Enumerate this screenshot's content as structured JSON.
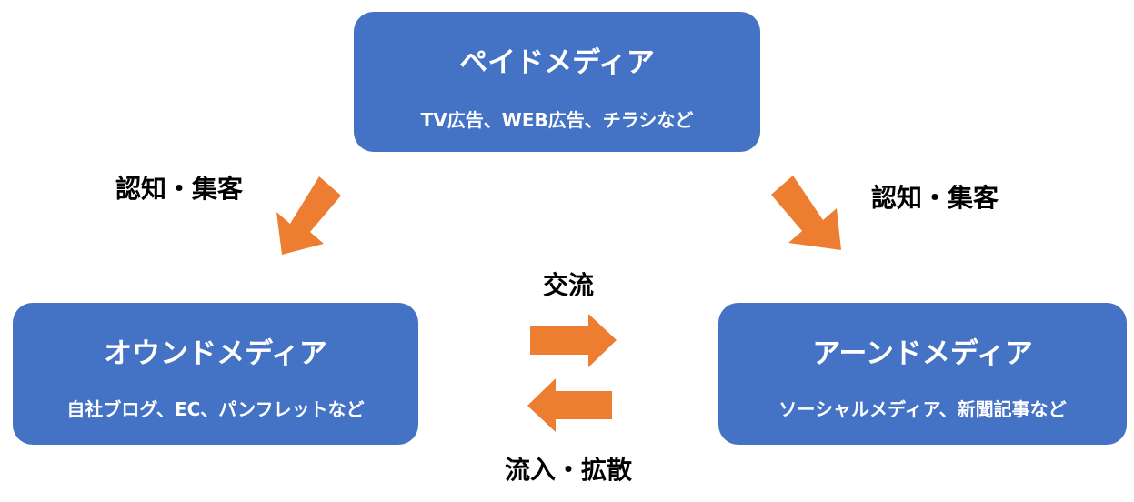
{
  "boxes": {
    "paid": {
      "title": "ペイドメディア",
      "subtitle": "TV広告、WEB広告、チラシなど"
    },
    "owned": {
      "title": "オウンドメディア",
      "subtitle": "自社ブログ、EC、パンフレットなど"
    },
    "earned": {
      "title": "アーンドメディア",
      "subtitle": "ソーシャルメディア、新聞記事など"
    }
  },
  "labels": {
    "left_flow": "認知・集客",
    "right_flow": "認知・集客",
    "exchange": "交流",
    "inflow": "流入・拡散"
  },
  "colors": {
    "box": "#4472c4",
    "arrow": "#ed7d31",
    "box_text": "#ffffff",
    "label_text": "#000000"
  }
}
